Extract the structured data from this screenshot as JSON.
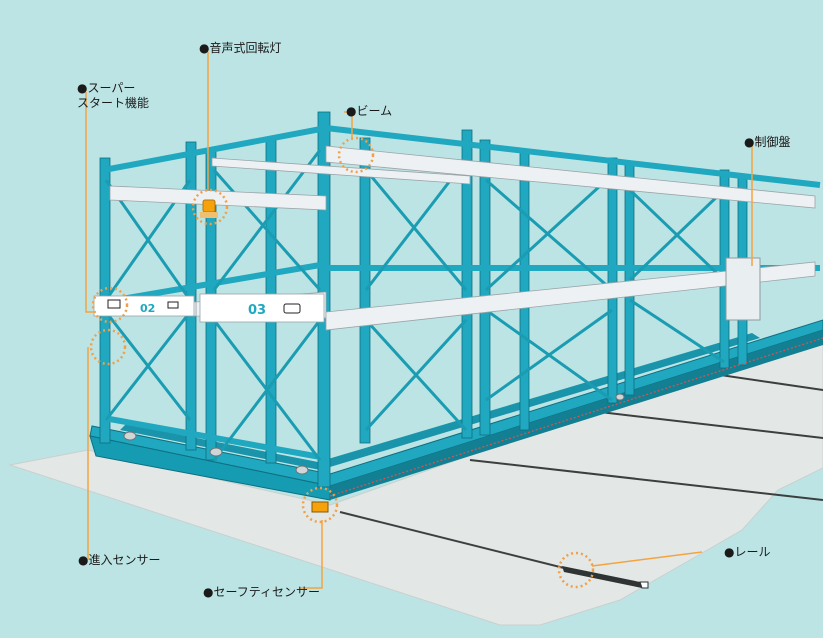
{
  "colors": {
    "background": "#bde4e4",
    "frame": "#1fa8bf",
    "frame_dark": "#137f93",
    "beam": "#e6eaed",
    "floor": "#e4e8e6",
    "highlight": "#f0a04a",
    "leader": "#f4a340",
    "lamp": "#f5a20c"
  },
  "labels": {
    "lamp": "●音声式回転灯",
    "super_start": "●スーパー\nスタート機能",
    "beam": "●ビーム",
    "control_panel": "●制御盤",
    "entry_sensor": "●進入センサー",
    "safety_sensor": "●セーフティセンサー",
    "rail": "●レール"
  },
  "rack_numbers": {
    "rack_02": "02",
    "rack_03": "03"
  }
}
